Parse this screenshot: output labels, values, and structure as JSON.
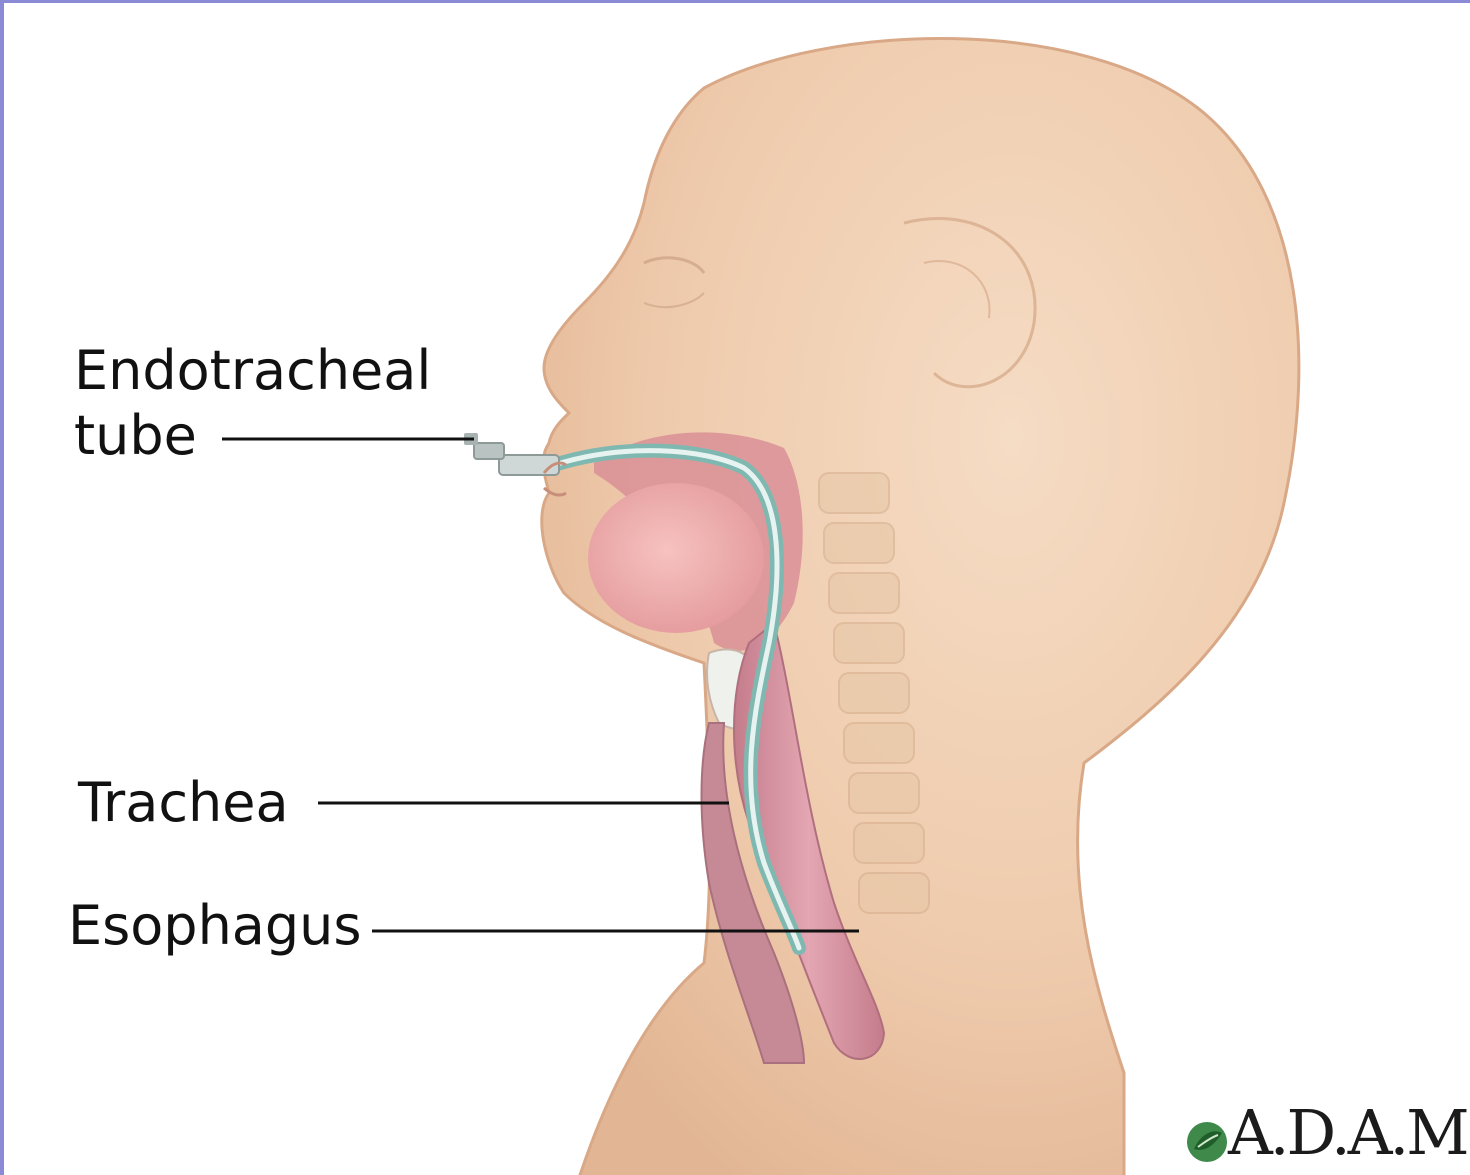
{
  "labels": {
    "endotracheal_line1": "Endotracheal",
    "endotracheal_line2": "tube",
    "trachea": "Trachea",
    "esophagus": "Esophagus"
  },
  "logo": {
    "text": "A.D.A.M.",
    "icon": "adam-leaf-icon"
  },
  "colors": {
    "skin": "#f1cfb0",
    "skin_shadow": "#dcae8c",
    "tissue_pink": "#e9a3a3",
    "esophagus_pink": "#d48f9a",
    "tube_teal": "#8fc7bf",
    "leader_line": "#111111",
    "frame_border": "#8a8ad6"
  }
}
